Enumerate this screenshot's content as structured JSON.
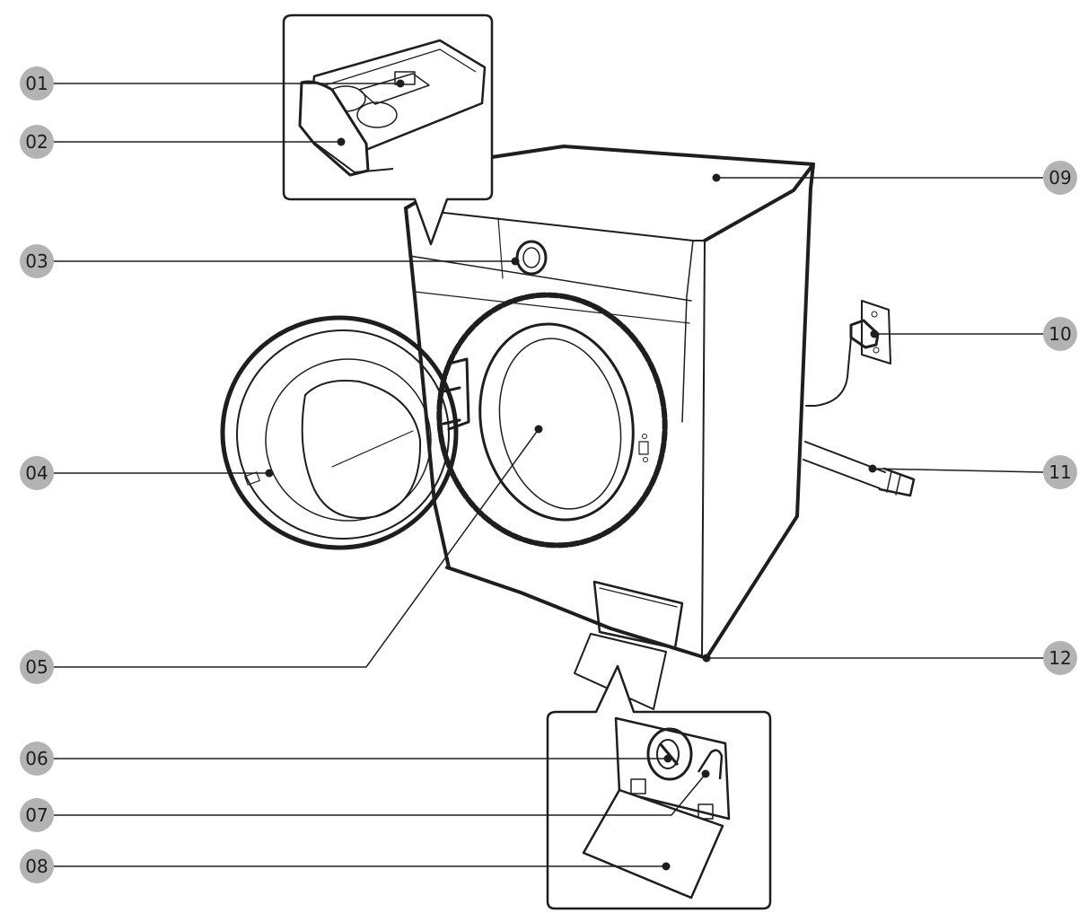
{
  "colors": {
    "line_art": "#1e1e1e",
    "badge_fill": "#b3b3b3",
    "badge_text": "#1e1e1e",
    "leader": "#1e1e1e"
  },
  "callouts": [
    {
      "id": "01",
      "label": "01",
      "part": "detergent-drawer-softener-compartment"
    },
    {
      "id": "02",
      "label": "02",
      "part": "detergent-drawer"
    },
    {
      "id": "03",
      "label": "03",
      "part": "control-knob"
    },
    {
      "id": "04",
      "label": "04",
      "part": "door"
    },
    {
      "id": "05",
      "label": "05",
      "part": "drum"
    },
    {
      "id": "06",
      "label": "06",
      "part": "debris-filter"
    },
    {
      "id": "07",
      "label": "07",
      "part": "emergency-drain-tube"
    },
    {
      "id": "08",
      "label": "08",
      "part": "filter-cover"
    },
    {
      "id": "09",
      "label": "09",
      "part": "worktop"
    },
    {
      "id": "10",
      "label": "10",
      "part": "power-plug"
    },
    {
      "id": "11",
      "label": "11",
      "part": "drain-hose"
    },
    {
      "id": "12",
      "label": "12",
      "part": "leveling-foot"
    }
  ]
}
